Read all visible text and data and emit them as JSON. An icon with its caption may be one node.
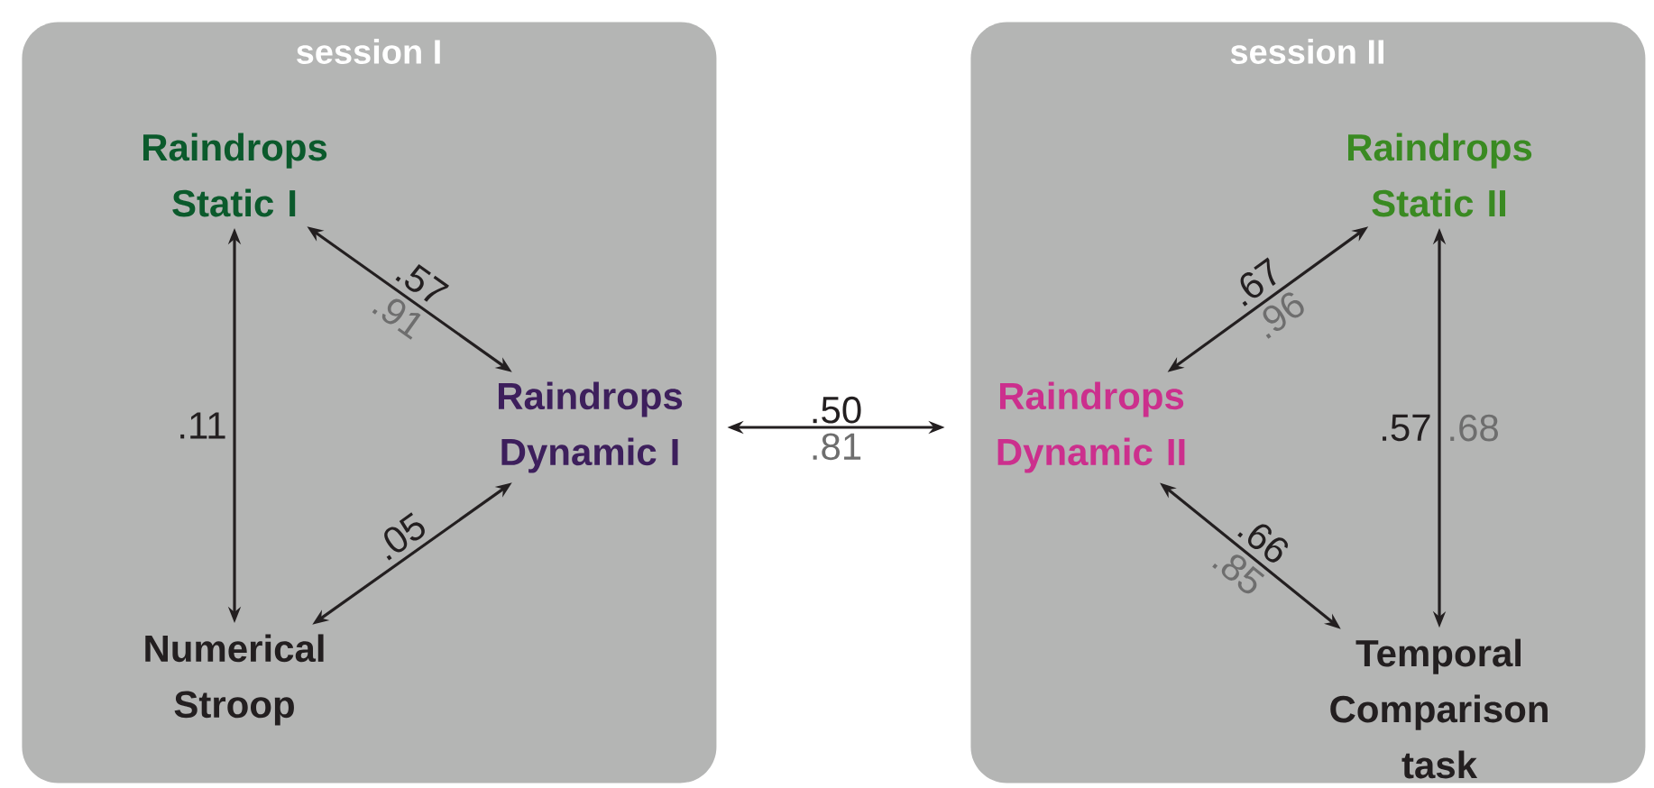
{
  "diagram": {
    "nodes": [
      {
        "text": [
          "session I"
        ]
      },
      {
        "text": [
          "session II"
        ]
      },
      {
        "text": [
          "Raindrops Static I"
        ],
        "in": 0
      },
      {
        "text": [
          "Numerical Stroop"
        ],
        "in": 0
      },
      {
        "text": [
          "Raindrops Dynamic I"
        ],
        "in": 0
      },
      {
        "text": [
          "Raindrops Dynamic II"
        ],
        "in": 1
      },
      {
        "text": [
          "Raindrops Static II"
        ],
        "in": 1
      },
      {
        "text": [
          "Temporal Comparison task"
        ],
        "in": 1
      }
    ],
    "edges": [
      {
        "from": 2,
        "to": 4,
        "arrow": "both",
        "label": ".57"
      },
      {
        "from": 2,
        "to": 3,
        "arrow": "both",
        "label": ".11"
      },
      {
        "from": 3,
        "to": 4,
        "arrow": "both",
        "label": ".05"
      },
      {
        "from": 4,
        "to": 5,
        "arrow": "both",
        "label": ".50"
      },
      {
        "from": 5,
        "to": 6,
        "arrow": "both",
        "label": ".67"
      },
      {
        "from": 6,
        "to": 7,
        "arrow": "both",
        "label": ".57"
      },
      {
        "from": 5,
        "to": 7,
        "arrow": "both",
        "label": ".66"
      }
    ],
    "labels": [
      ".91",
      ".81",
      ".96",
      ".68",
      ".85"
    ]
  }
}
